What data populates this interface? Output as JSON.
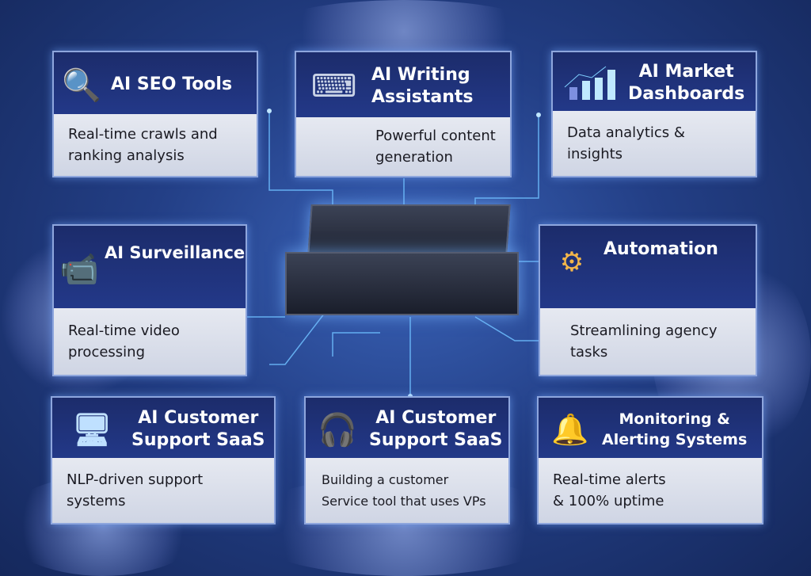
{
  "cards": [
    {
      "title": "AI SEO Tools",
      "body": [
        "Real-time crawls and",
        "ranking analysis"
      ]
    },
    {
      "title": [
        "AI Writing",
        "Assistants"
      ],
      "body": [
        "Powerful content",
        "generation"
      ]
    },
    {
      "title": [
        "AI Market",
        "Dashboards"
      ],
      "body": [
        "Data analytics & insights"
      ]
    },
    {
      "title": "AI Surveillance",
      "body": [
        "Real-time video",
        "processing"
      ]
    },
    {
      "title": "Automation",
      "body": [
        "Streamlining agency",
        "tasks"
      ]
    },
    {
      "title": [
        "AI Customer",
        "Support SaaS"
      ],
      "body": [
        "NLP-driven support",
        "systems"
      ]
    },
    {
      "title": [
        "AI Customer",
        "Support SaaS"
      ],
      "body": [
        "Building a customer",
        "Service tool that uses VPs"
      ]
    },
    {
      "title": [
        "Monitoring &",
        "Alerting Systems"
      ],
      "body": [
        "Real-time alerts",
        "& 100% uptime"
      ]
    }
  ],
  "colors": {
    "accent": "#7fc4ff",
    "card_header": "#1c2c6b"
  }
}
